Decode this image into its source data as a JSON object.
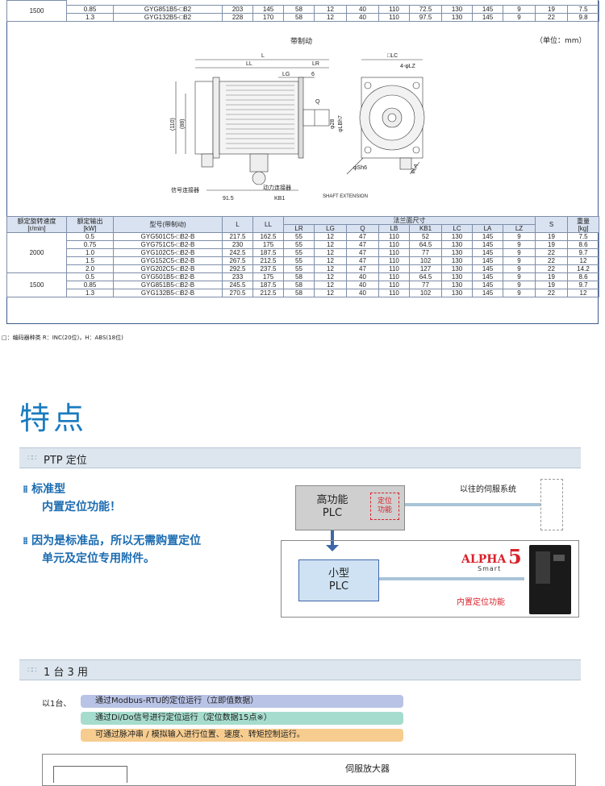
{
  "top_table": {
    "left_label": "1500",
    "rows": [
      [
        "0.85",
        "GYG851B5-□B2",
        "203",
        "145",
        "58",
        "12",
        "40",
        "110",
        "72.5",
        "130",
        "145",
        "9",
        "19",
        "7.5"
      ],
      [
        "1.3",
        "GYG132B5-□B2",
        "228",
        "170",
        "58",
        "12",
        "40",
        "110",
        "97.5",
        "130",
        "145",
        "9",
        "22",
        "9.8"
      ]
    ]
  },
  "drawing": {
    "title": "带制动",
    "unit": "（单位：mm）",
    "labels": {
      "L": "L",
      "LL": "LL",
      "LR": "LR",
      "LG": "LG",
      "six": "6",
      "Q": "Q",
      "phi28": "φ28",
      "philb": "φLBh7",
      "d110": "(110)",
      "d88": "(88)",
      "signal": "信号连接器",
      "power": "动力连接器",
      "d915": "91.5",
      "KB1": "KB1",
      "LC": "□LC",
      "LZ": "4-φLZ",
      "S6": "φSh6",
      "LA": "φLA",
      "shaft": "SHAFT EXTENSION"
    }
  },
  "main_table": {
    "headers": {
      "speed": "额定旋转速度",
      "speed_unit": "[r/min]",
      "output": "额定输出",
      "output_unit": "[kW]",
      "model": "型号(带制动)",
      "L": "L",
      "LL": "LL",
      "flange": "法兰面尺寸",
      "S": "S",
      "weight": "重量",
      "weight_unit": "[kg]"
    },
    "flange_cols": [
      "LR",
      "LG",
      "Q",
      "LB",
      "KB1",
      "LC",
      "LA",
      "LZ"
    ],
    "groups": [
      {
        "speed": "2000",
        "rows": [
          [
            "0.5",
            "GYG501C5-□B2-B",
            "217.5",
            "162.5",
            "55",
            "12",
            "47",
            "110",
            "52",
            "130",
            "145",
            "9",
            "19",
            "7.5"
          ],
          [
            "0.75",
            "GYG751C5-□B2-B",
            "230",
            "175",
            "55",
            "12",
            "47",
            "110",
            "64.5",
            "130",
            "145",
            "9",
            "19",
            "8.6"
          ],
          [
            "1.0",
            "GYG102C5-□B2-B",
            "242.5",
            "187.5",
            "55",
            "12",
            "47",
            "110",
            "77",
            "130",
            "145",
            "9",
            "22",
            "9.7"
          ],
          [
            "1.5",
            "GYG152C5-□B2-B",
            "267.5",
            "212.5",
            "55",
            "12",
            "47",
            "110",
            "102",
            "130",
            "145",
            "9",
            "22",
            "12"
          ],
          [
            "2.0",
            "GYG202C5-□B2-B",
            "292.5",
            "237.5",
            "55",
            "12",
            "47",
            "110",
            "127",
            "130",
            "145",
            "9",
            "22",
            "14.2"
          ]
        ]
      },
      {
        "speed": "1500",
        "rows": [
          [
            "0.5",
            "GYG501B5-□B2-B",
            "233",
            "175",
            "58",
            "12",
            "40",
            "110",
            "64.5",
            "130",
            "145",
            "9",
            "19",
            "8.6"
          ],
          [
            "0.85",
            "GYG851B5-□B2-B",
            "245.5",
            "187.5",
            "58",
            "12",
            "40",
            "110",
            "77",
            "130",
            "145",
            "9",
            "19",
            "9.7"
          ],
          [
            "1.3",
            "GYG132B5-□B2-B",
            "270.5",
            "212.5",
            "58",
            "12",
            "40",
            "110",
            "102",
            "130",
            "145",
            "9",
            "22",
            "12"
          ]
        ]
      }
    ]
  },
  "footnote": "□：编码器种类 R：INC(20位)，H：ABS(18位)",
  "features": {
    "title": "特点",
    "section1": "PTP 定位",
    "point1_line1": "标准型",
    "point1_line2": "内置定位功能！",
    "point2_line1": "因为是标准品，所以无需购置定位",
    "point2_line2": "单元及定位专用附件。",
    "old_system": "以往的伺服系统",
    "plc_high_line1": "高功能",
    "plc_high_line2": "PLC",
    "positioning_line1": "定位",
    "positioning_line2": "功能",
    "plc_small_line1": "小型",
    "plc_small_line2": "PLC",
    "brand_main": "ALPHA",
    "brand_num": "5",
    "brand_sub": "Smart",
    "builtin": "内置定位功能",
    "section2": "1 台 3 用",
    "one_unit": "以1台、",
    "pill1": "通过Modbus-RTU的定位运行（立即值数据）",
    "pill2": "通过Di/Do信号进行定位运行（定位数据15点※）",
    "pill3": "可通过脉冲串 / 模拟输入进行位置、速度、转矩控制运行。",
    "amp": "伺服放大器"
  },
  "colors": {
    "frame": "#3b5b8c",
    "title": "#1a7bbf",
    "accent_red": "#d9212a",
    "pill1": "#b9c3e6",
    "pill2": "#a6dccd",
    "pill3": "#f6cc8f"
  }
}
